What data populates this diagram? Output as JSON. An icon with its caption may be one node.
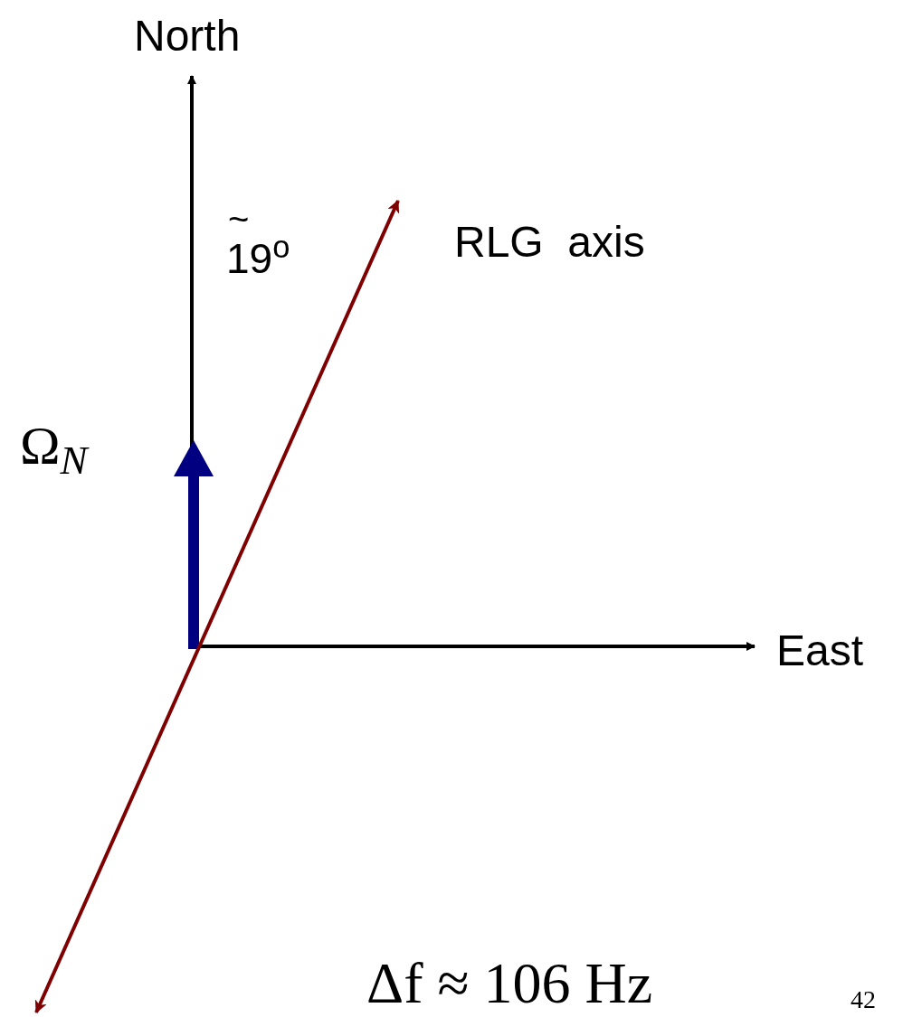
{
  "diagram": {
    "labels": [
      "North",
      "~",
      "19$^{o}$",
      "RLG  axis",
      "Ω$_{N}$",
      "East",
      "Δf ≈ 106 Hz",
      "42"
    ]
  }
}
